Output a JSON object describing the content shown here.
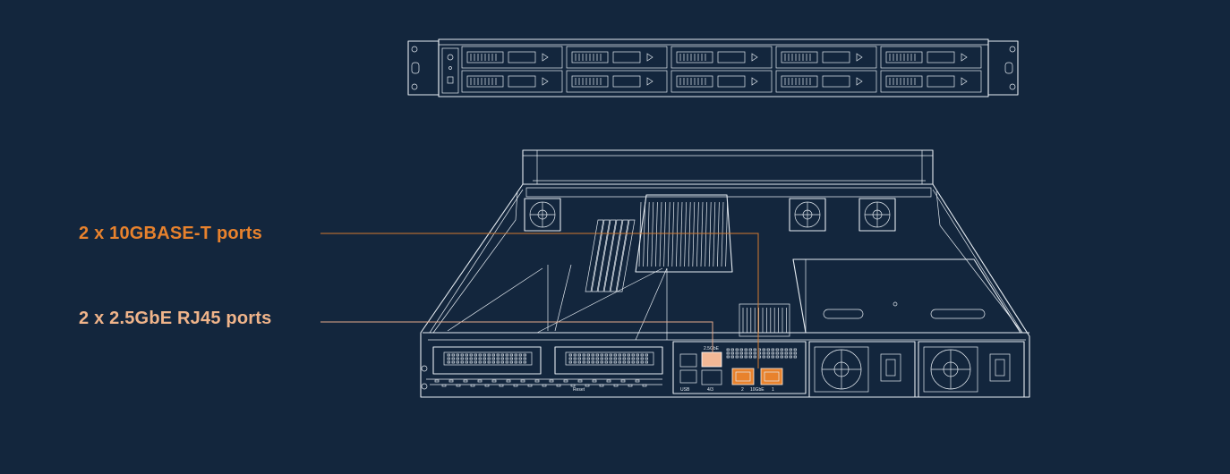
{
  "callouts": {
    "ten_gig": {
      "label": "2 x 10GBASE-T ports",
      "color": "#e8822d"
    },
    "two_five_gig": {
      "label": "2 x 2.5GbE RJ45 ports",
      "color": "#f0b48a"
    }
  },
  "rear_panel": {
    "reset": "Reset",
    "usb": "USB",
    "lan_25": "2.5GbE",
    "lan_10": "10GbE",
    "port_a": "2",
    "port_b": "1",
    "port_c": "4/3"
  },
  "colors": {
    "background": "#13263d",
    "line": "#e6ecf2"
  }
}
